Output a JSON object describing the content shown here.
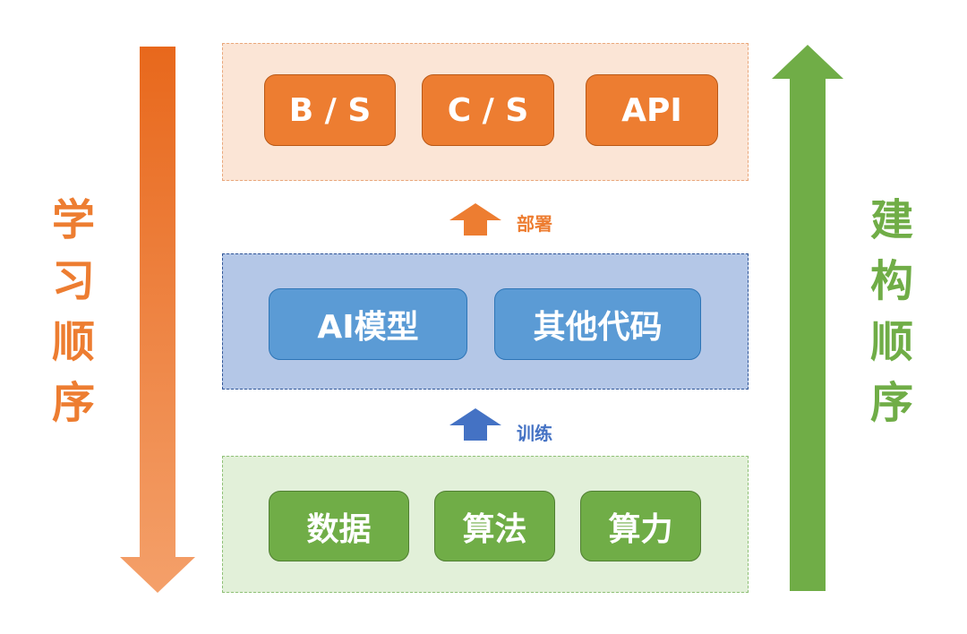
{
  "left_title": {
    "chars": [
      "学",
      "习",
      "顺",
      "序"
    ],
    "color": "#ed7d31"
  },
  "right_title": {
    "chars": [
      "建",
      "构",
      "顺",
      "序"
    ],
    "color": "#70ad47"
  },
  "deploy_layer": {
    "items": [
      "B / S",
      "C / S",
      "API"
    ]
  },
  "model_layer": {
    "items": [
      "AI模型",
      "其他代码"
    ]
  },
  "foundation_layer": {
    "items": [
      "数据",
      "算法",
      "算力"
    ]
  },
  "deploy_label": "部署",
  "train_label": "训练",
  "colors": {
    "orange": "#ed7d31",
    "blue": "#4472c4",
    "green": "#70ad47",
    "deploy_bg": "#fbe5d6",
    "model_bg": "#b4c7e7",
    "foundation_bg": "#e2f0d9"
  }
}
